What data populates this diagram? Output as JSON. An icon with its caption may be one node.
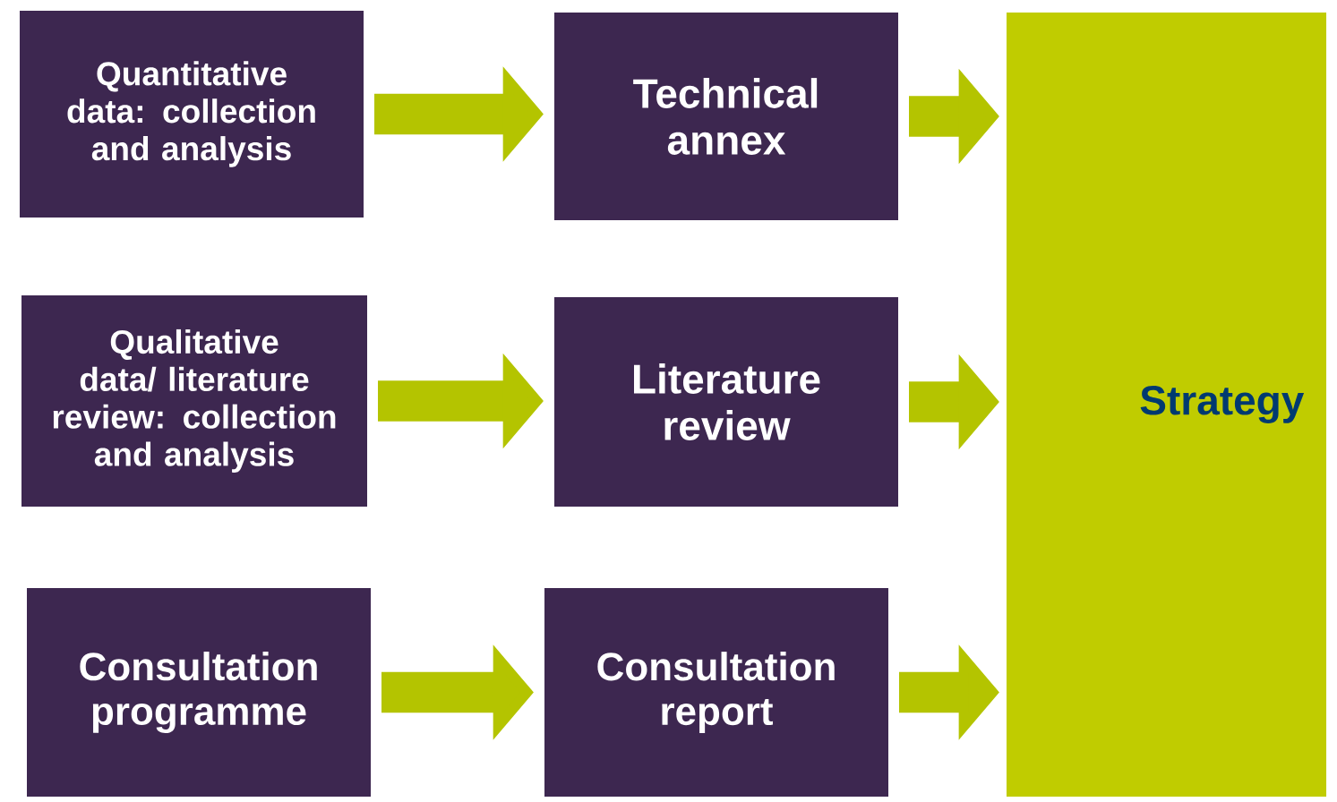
{
  "diagram": {
    "nodes": [
      {
        "text": [
          "Quantitative data: collection and analysis"
        ]
      },
      {
        "text": [
          "Technical annex"
        ]
      },
      {
        "text": [
          "Qualitative data/ literature review: collection and analysis"
        ]
      },
      {
        "text": [
          "Literature review"
        ]
      },
      {
        "text": [
          "Consultation programme"
        ]
      },
      {
        "text": [
          "Consultation report"
        ]
      },
      {
        "text": [
          "Strategy"
        ]
      }
    ],
    "edges": [
      {
        "from": 0,
        "to": 1,
        "arrow": "to"
      },
      {
        "from": 1,
        "to": 6,
        "arrow": "to"
      },
      {
        "from": 2,
        "to": 3,
        "arrow": "to"
      },
      {
        "from": 3,
        "to": 6,
        "arrow": "to"
      },
      {
        "from": 4,
        "to": 5,
        "arrow": "to"
      },
      {
        "from": 5,
        "to": 6,
        "arrow": "to"
      }
    ]
  }
}
